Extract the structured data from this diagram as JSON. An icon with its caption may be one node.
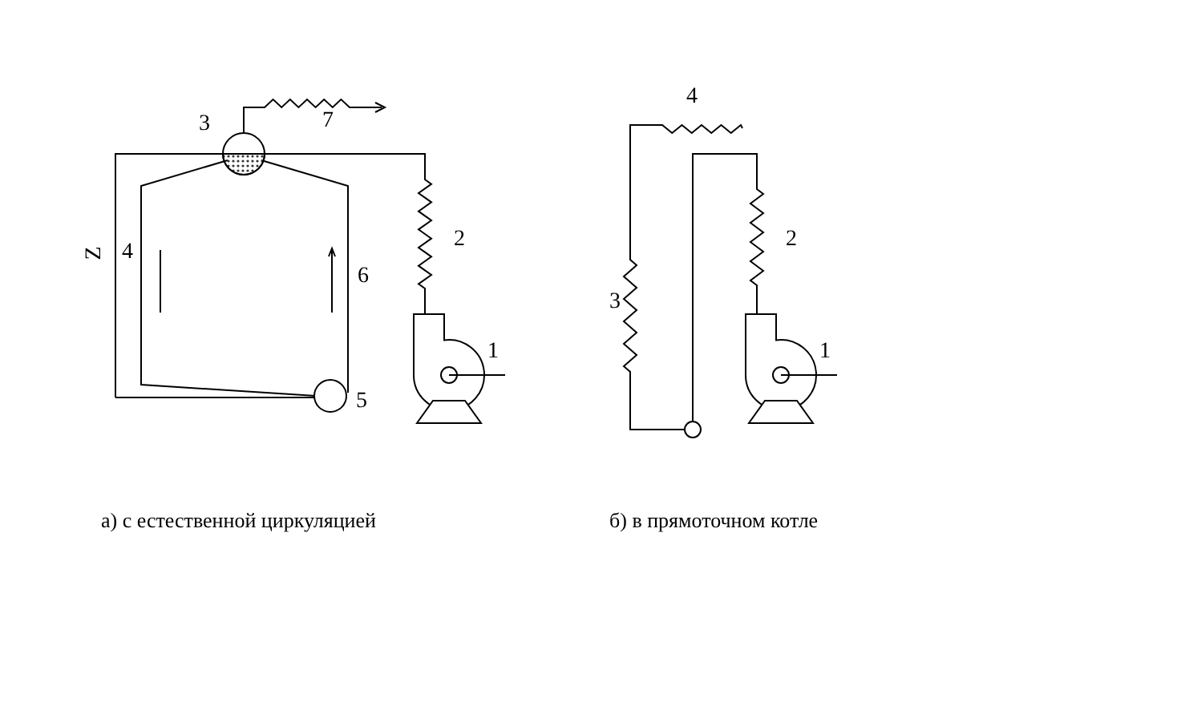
{
  "diagram": {
    "labels": [
      "3",
      "7",
      "Z",
      "4",
      "2",
      "6",
      "1",
      "5",
      "4",
      "2",
      "3",
      "1",
      "а) с естественной циркуляцией",
      "б) в прямоточном котле"
    ]
  }
}
